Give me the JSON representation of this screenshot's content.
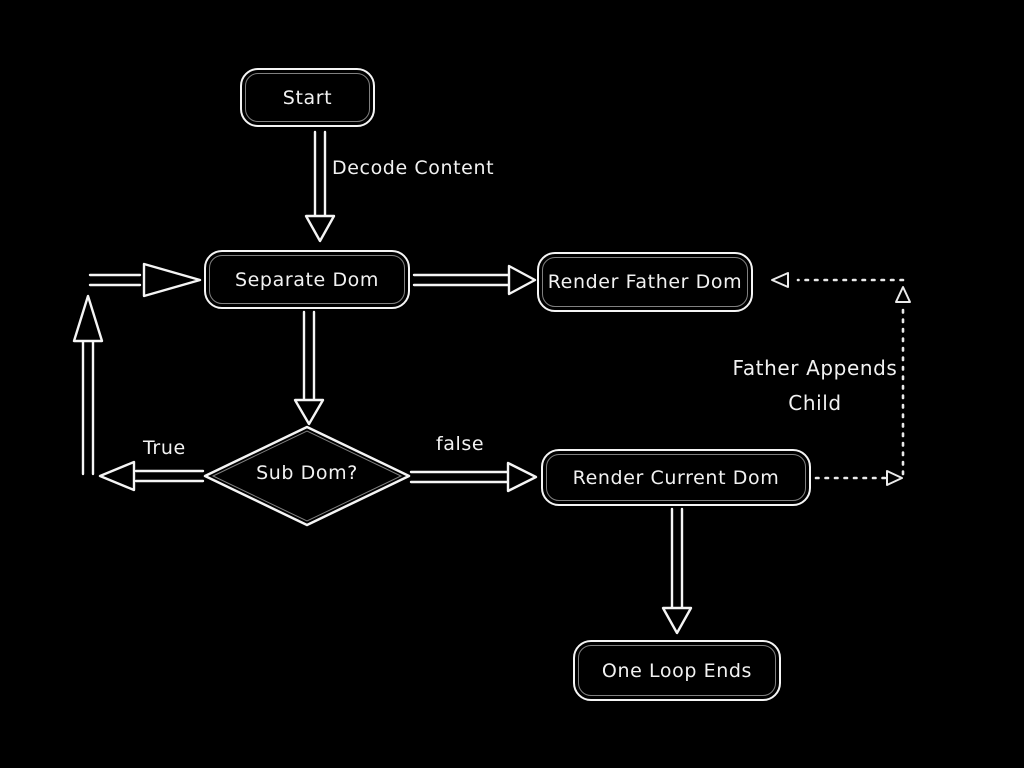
{
  "diagram": {
    "type": "flowchart",
    "colors": {
      "background": "#000000",
      "stroke": "#ffffff"
    },
    "nodes": {
      "start": {
        "label": "Start",
        "shape": "rounded-rect"
      },
      "separate_dom": {
        "label": "Separate Dom",
        "shape": "rounded-rect"
      },
      "render_father_dom": {
        "label": "Render Father Dom",
        "shape": "rounded-rect"
      },
      "sub_dom": {
        "label": "Sub Dom?",
        "shape": "diamond"
      },
      "render_current_dom": {
        "label": "Render Current Dom",
        "shape": "rounded-rect"
      },
      "one_loop_ends": {
        "label": "One Loop Ends",
        "shape": "rounded-rect"
      }
    },
    "edges": {
      "decode_content": {
        "label": "Decode Content",
        "from": "start",
        "to": "separate_dom"
      },
      "separate_to_father": {
        "label": "",
        "from": "separate_dom",
        "to": "render_father_dom"
      },
      "separate_to_subdom": {
        "label": "",
        "from": "separate_dom",
        "to": "sub_dom"
      },
      "true_branch": {
        "label": "True",
        "from": "sub_dom",
        "to": "separate_dom"
      },
      "false_branch": {
        "label": "false",
        "from": "sub_dom",
        "to": "render_current_dom"
      },
      "father_appends_child": {
        "label": "Father Appends Child",
        "from": "render_current_dom",
        "to": "render_father_dom",
        "style": "dotted"
      },
      "current_to_end": {
        "label": "",
        "from": "render_current_dom",
        "to": "one_loop_ends"
      }
    }
  }
}
